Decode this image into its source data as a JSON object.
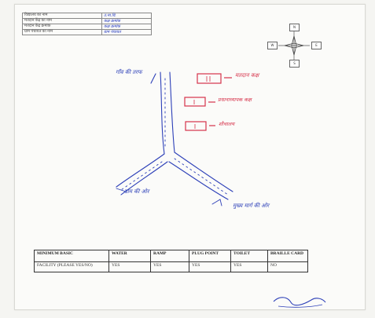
{
  "header_table": {
    "rows": [
      {
        "key": "विद्यालय का नाम",
        "value": "उ.मा.वि."
      },
      {
        "key": "मतदान केंद्र का नाम",
        "value": "कक्ष क्रमांक"
      },
      {
        "key": "मतदान केंद्र क्रमांक",
        "value": "कक्ष क्रमांक"
      },
      {
        "key": "ग्राम पंचायत का नाम",
        "value": "ग्राम पंचायत"
      }
    ]
  },
  "compass": {
    "north": "N",
    "south": "S",
    "east": "E",
    "west": "W"
  },
  "map_labels": {
    "left_top_road": "गाँव की तरफ",
    "room_1": "मतदान कक्ष",
    "room_2": "प्रधानाध्यापक कक्ष",
    "room_3": "शौचालय",
    "left_bottom_road": "ग्राम की ओर",
    "right_bottom_road": "मुख्य मार्ग की ओर"
  },
  "facilities_table": {
    "headers": [
      "MINIMUM BASIC",
      "WATER",
      "RAMP",
      "PLUG POINT",
      "TOILET",
      "BRAILLE CARD"
    ],
    "row_label": "FACILITY (PLEASE YES/NO)",
    "values": [
      "YES",
      "YES",
      "YES",
      "YES",
      "NO"
    ]
  },
  "colors": {
    "ink_red": "#d6324a",
    "ink_blue": "#2c3fb8",
    "paper": "#fbfbf9"
  }
}
